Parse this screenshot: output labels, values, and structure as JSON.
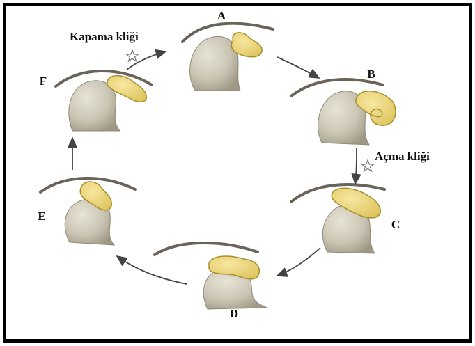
{
  "diagram": {
    "stages": [
      {
        "id": "A"
      },
      {
        "id": "B"
      },
      {
        "id": "C"
      },
      {
        "id": "D"
      },
      {
        "id": "E"
      },
      {
        "id": "F"
      }
    ],
    "annotations": {
      "closing_click": "Kapama kliği",
      "opening_click": "Açma kliği"
    }
  },
  "colors": {
    "condyle": "#c9c4b2",
    "condyle_shade": "#9d9784",
    "disc": "#ecd577",
    "disc_edge": "#a88f2e",
    "fossa_line": "#6b625a",
    "arrow": "#444444",
    "star": "#777777"
  }
}
